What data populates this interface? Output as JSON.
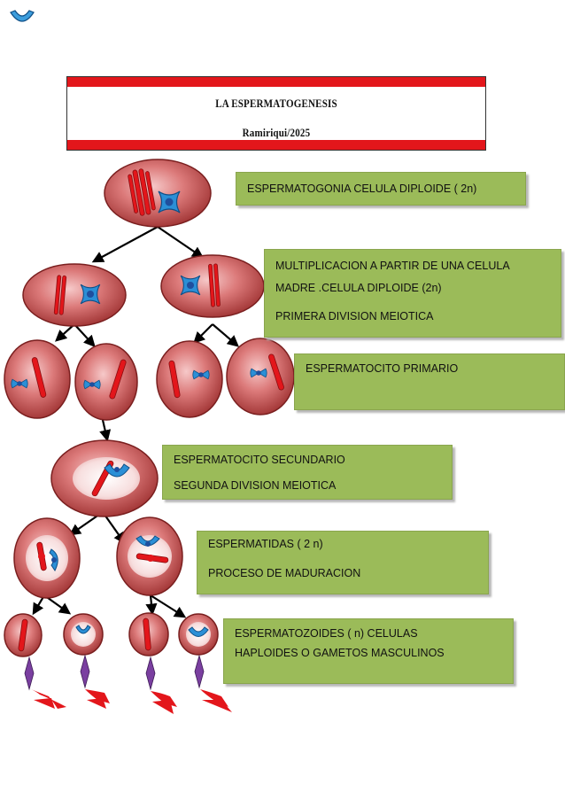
{
  "header": {
    "title": "LA ESPERMATOGENESIS",
    "author": "Ramiriqui/2025"
  },
  "labels": {
    "spermatogonia": "ESPERMATOGONIA CELULA DIPLOIDE ( 2n)",
    "multiplication_1": "MULTIPLICACION A PARTIR DE UNA CELULA",
    "multiplication_2": "MADRE .CELULA DIPLOIDE (2n)",
    "multiplication_3": "PRIMERA DIVISION MEIOTICA",
    "primary": "ESPERMATOCITO PRIMARIO",
    "secondary_1": "ESPERMATOCITO SECUNDARIO",
    "secondary_2": "SEGUNDA DIVISION MEIOTICA",
    "spermatids_1": "ESPERMATIDAS ( 2 n)",
    "spermatids_2": "PROCESO DE MADURACION",
    "spermatozoa_1": "ESPERMATOZOIDES (  n) CELULAS",
    "spermatozoa_2": "HAPLOIDES  O GAMETOS MASCULINOS"
  },
  "colors": {
    "cell_fill": "#d96b6b",
    "cell_edge": "#7a1f1f",
    "chromosome": "#e3161b",
    "chromatid_blue": "#2b8fd6",
    "label_green": "#9bbb59",
    "header_red": "#e3161b",
    "tail_purple": "#7a3fa0"
  }
}
